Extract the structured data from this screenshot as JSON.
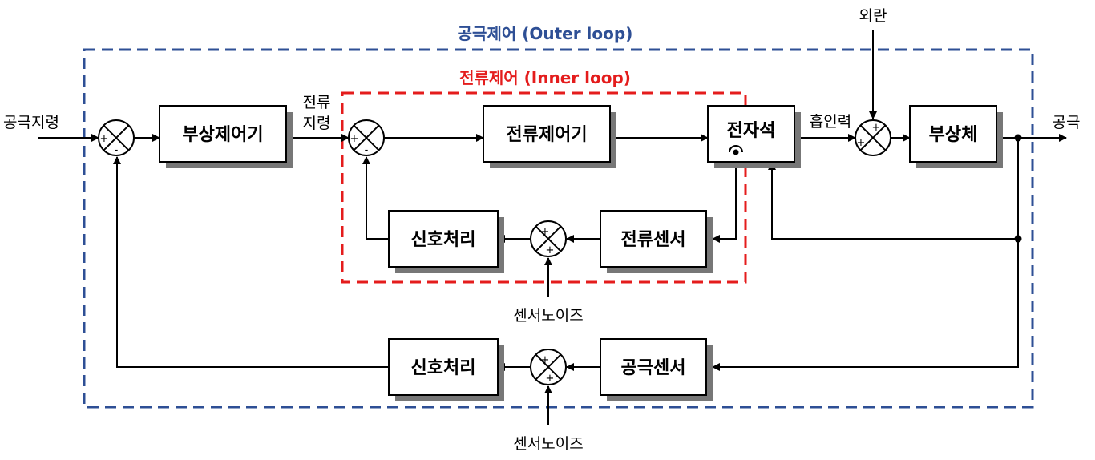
{
  "outer_loop": {
    "title": "공극제어 (Outer loop)",
    "border_color": "#2e4f95"
  },
  "inner_loop": {
    "title": "전류제어 (Inner loop)",
    "border_color": "#e41c1c"
  },
  "blocks": {
    "levitation_controller": "부상제어기",
    "current_controller": "전류제어기",
    "electromagnet": "전자석",
    "levitated_body": "부상체",
    "current_signal_processing": "신호처리",
    "current_sensor": "전류센서",
    "gap_signal_processing": "신호처리",
    "gap_sensor": "공극센서"
  },
  "signals": {
    "gap_command": "공극지령",
    "current_command_line1": "전류",
    "current_command_line2": "지령",
    "attraction_force": "흡인력",
    "disturbance": "외란",
    "gap_output": "공극",
    "inner_sensor_noise": "센서노이즈",
    "outer_sensor_noise": "센서노이즈"
  },
  "summing_signs": {
    "plus": "+",
    "minus": "-"
  }
}
